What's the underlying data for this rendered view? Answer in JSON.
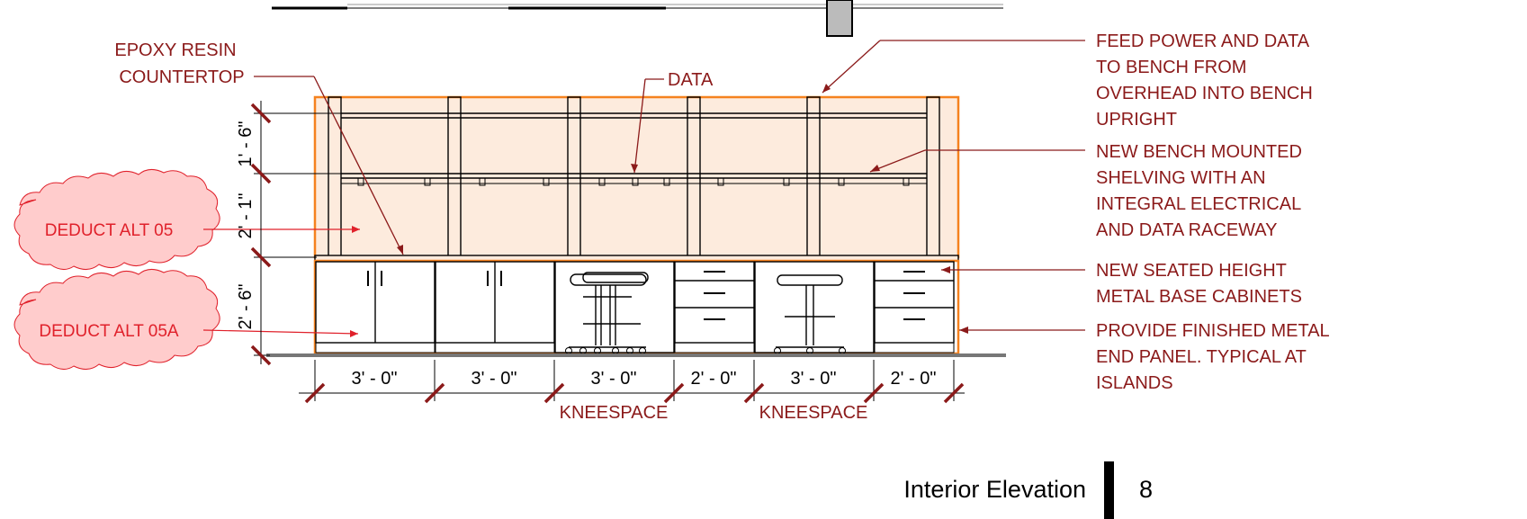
{
  "notes": {
    "countertop": [
      "EPOXY RESIN",
      "COUNTERTOP"
    ],
    "data": "DATA",
    "feed_power": [
      "FEED POWER AND DATA",
      "TO BENCH FROM",
      "OVERHEAD INTO BENCH",
      "UPRIGHT"
    ],
    "shelving": [
      "NEW BENCH MOUNTED",
      "SHELVING WITH AN",
      "INTEGRAL ELECTRICAL",
      "AND DATA RACEWAY"
    ],
    "base_cabinets": [
      "NEW SEATED HEIGHT",
      "METAL BASE CABINETS"
    ],
    "end_panel": [
      "PROVIDE FINISHED METAL",
      "END PANEL. TYPICAL AT",
      "ISLANDS"
    ]
  },
  "clouds": {
    "alt_05": "DEDUCT ALT 05",
    "alt_05a": "DEDUCT ALT 05A"
  },
  "vertical_dims": {
    "upper": "1' - 6\"",
    "middle": "2' - 1\"",
    "lower": "2' - 6\""
  },
  "horizontal_dims": [
    "3' - 0\"",
    "3' - 0\"",
    "3' - 0\"",
    "2' - 0\"",
    "3' - 0\"",
    "2' - 0\""
  ],
  "kneespace_labels": [
    "KNEESPACE",
    "KNEESPACE"
  ],
  "title_block": {
    "title": "Interior Elevation",
    "number": "8"
  },
  "colors": {
    "note": "#8b1a1a",
    "cloud_fill": "#ffcccc",
    "cloud_text": "#e0212b",
    "upper_fill": "#fdebdd",
    "highlight": "#f5821f",
    "cabinet_fill": "#e6f9e6"
  }
}
